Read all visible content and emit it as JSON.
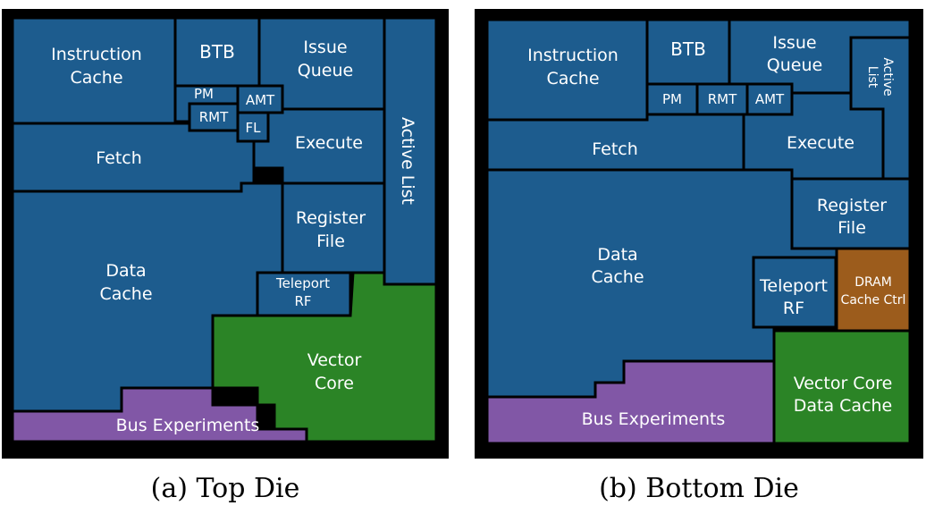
{
  "colors": {
    "core": "#1d5c8e",
    "vector": "#2b8426",
    "bus": "#8157a6",
    "dram": "#9c5c1c",
    "frame": "#000000",
    "label": "#ffffff"
  },
  "top_die": {
    "caption": "(a) Top Die",
    "blocks": {
      "instruction_cache": [
        "Instruction",
        "Cache"
      ],
      "btb": "BTB",
      "issue_queue": [
        "Issue",
        "Queue"
      ],
      "active_list": "Active List",
      "pm": "PM",
      "amt": "AMT",
      "rmt": "RMT",
      "fl": "FL",
      "fetch": "Fetch",
      "execute": "Execute",
      "register_file": [
        "Register",
        "File"
      ],
      "teleport_rf": [
        "Teleport",
        "RF"
      ],
      "data_cache": [
        "Data",
        "Cache"
      ],
      "vector_core": [
        "Vector",
        "Core"
      ],
      "bus_experiments": "Bus Experiments"
    }
  },
  "bottom_die": {
    "caption": "(b) Bottom Die",
    "blocks": {
      "instruction_cache": [
        "Instruction",
        "Cache"
      ],
      "btb": "BTB",
      "issue_queue": [
        "Issue",
        "Queue"
      ],
      "active_list": [
        "Active",
        "List"
      ],
      "pm": "PM",
      "rmt": "RMT",
      "amt": "AMT",
      "fetch": "Fetch",
      "execute": "Execute",
      "register_file": [
        "Register",
        "File"
      ],
      "teleport_rf": [
        "Teleport",
        "RF"
      ],
      "dram_cache_ctrl": [
        "DRAM",
        "Cache Ctrl"
      ],
      "data_cache": [
        "Data",
        "Cache"
      ],
      "vector_core_data_cache": [
        "Vector Core",
        "Data Cache"
      ],
      "bus_experiments": "Bus Experiments"
    }
  }
}
